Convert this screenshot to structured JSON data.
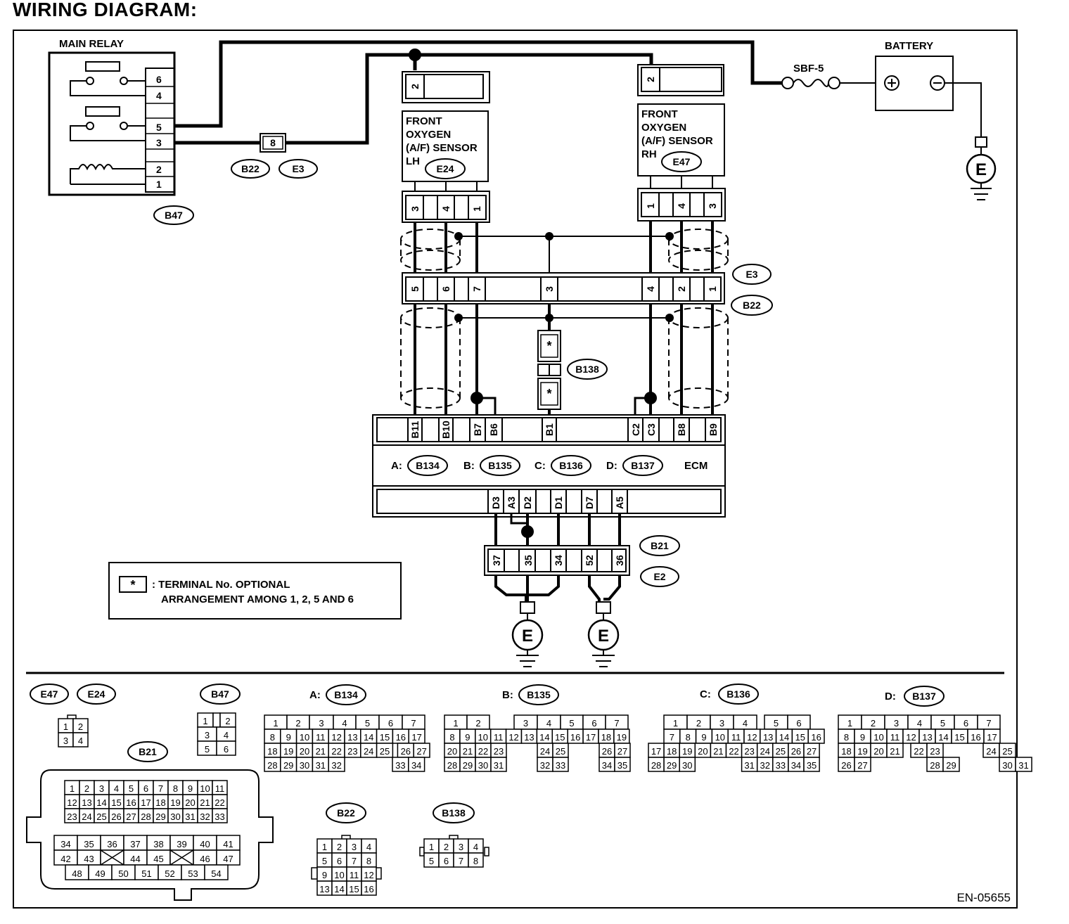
{
  "title": "WIRING DIAGRAM:",
  "main_relay": {
    "label": "MAIN RELAY",
    "pins": [
      "6",
      "4",
      "",
      "5",
      "3",
      "2",
      "1"
    ],
    "connector": "B47"
  },
  "battery": {
    "label": "BATTERY"
  },
  "fuse": {
    "label": "SBF-5"
  },
  "ground": "E",
  "joint_connector": {
    "pin": "8",
    "codes": [
      "B22",
      "E3"
    ]
  },
  "sensor_lh": {
    "lines": [
      "FRONT",
      "OXYGEN",
      "(A/F)  SENSOR",
      "LH"
    ],
    "connector": "E24",
    "top_pin": "2",
    "pins": [
      "3",
      "4",
      "1"
    ]
  },
  "sensor_rh": {
    "lines": [
      "FRONT",
      "OXYGEN",
      "(A/F)  SENSOR",
      "RH"
    ],
    "connector": "E47",
    "top_pin": "2",
    "pins": [
      "1",
      "4",
      "3"
    ]
  },
  "mid_connector": {
    "pins": [
      "5",
      "6",
      "7",
      "3",
      "4",
      "2",
      "1"
    ],
    "codes": [
      "E3",
      "B22"
    ]
  },
  "b138": {
    "label": "B138",
    "pin": "*"
  },
  "ecm": {
    "top_pins": [
      "B11",
      "B10",
      "B7",
      "B6",
      "B1",
      "C2",
      "C3",
      "B8",
      "B9"
    ],
    "bottom_pins": [
      "D3",
      "A3",
      "D2",
      "D1",
      "D7",
      "A5"
    ],
    "labels": [
      {
        "prefix": "A:",
        "code": "B134"
      },
      {
        "prefix": "B:",
        "code": "B135"
      },
      {
        "prefix": "C:",
        "code": "B136"
      },
      {
        "prefix": "D:",
        "code": "B137"
      }
    ],
    "name": "ECM"
  },
  "b21_connector": {
    "pins": [
      "37",
      "35",
      "34",
      "52",
      "36"
    ],
    "codes": [
      "B21",
      "E2"
    ]
  },
  "legend": {
    "symbol": "*",
    "line1": ": TERMINAL No. OPTIONAL",
    "line2": "ARRANGEMENT AMONG 1, 2, 5  AND 6"
  },
  "connector_views": {
    "e47": "E47",
    "e24": "E24",
    "b47": "B47",
    "b21": "B21",
    "b22": "B22",
    "b138": "B138",
    "a": {
      "prefix": "A:",
      "code": "B134"
    },
    "b": {
      "prefix": "B:",
      "code": "B135"
    },
    "c": {
      "prefix": "C:",
      "code": "B136"
    },
    "d": {
      "prefix": "D:",
      "code": "B137"
    }
  },
  "doc_id": "EN-05655"
}
